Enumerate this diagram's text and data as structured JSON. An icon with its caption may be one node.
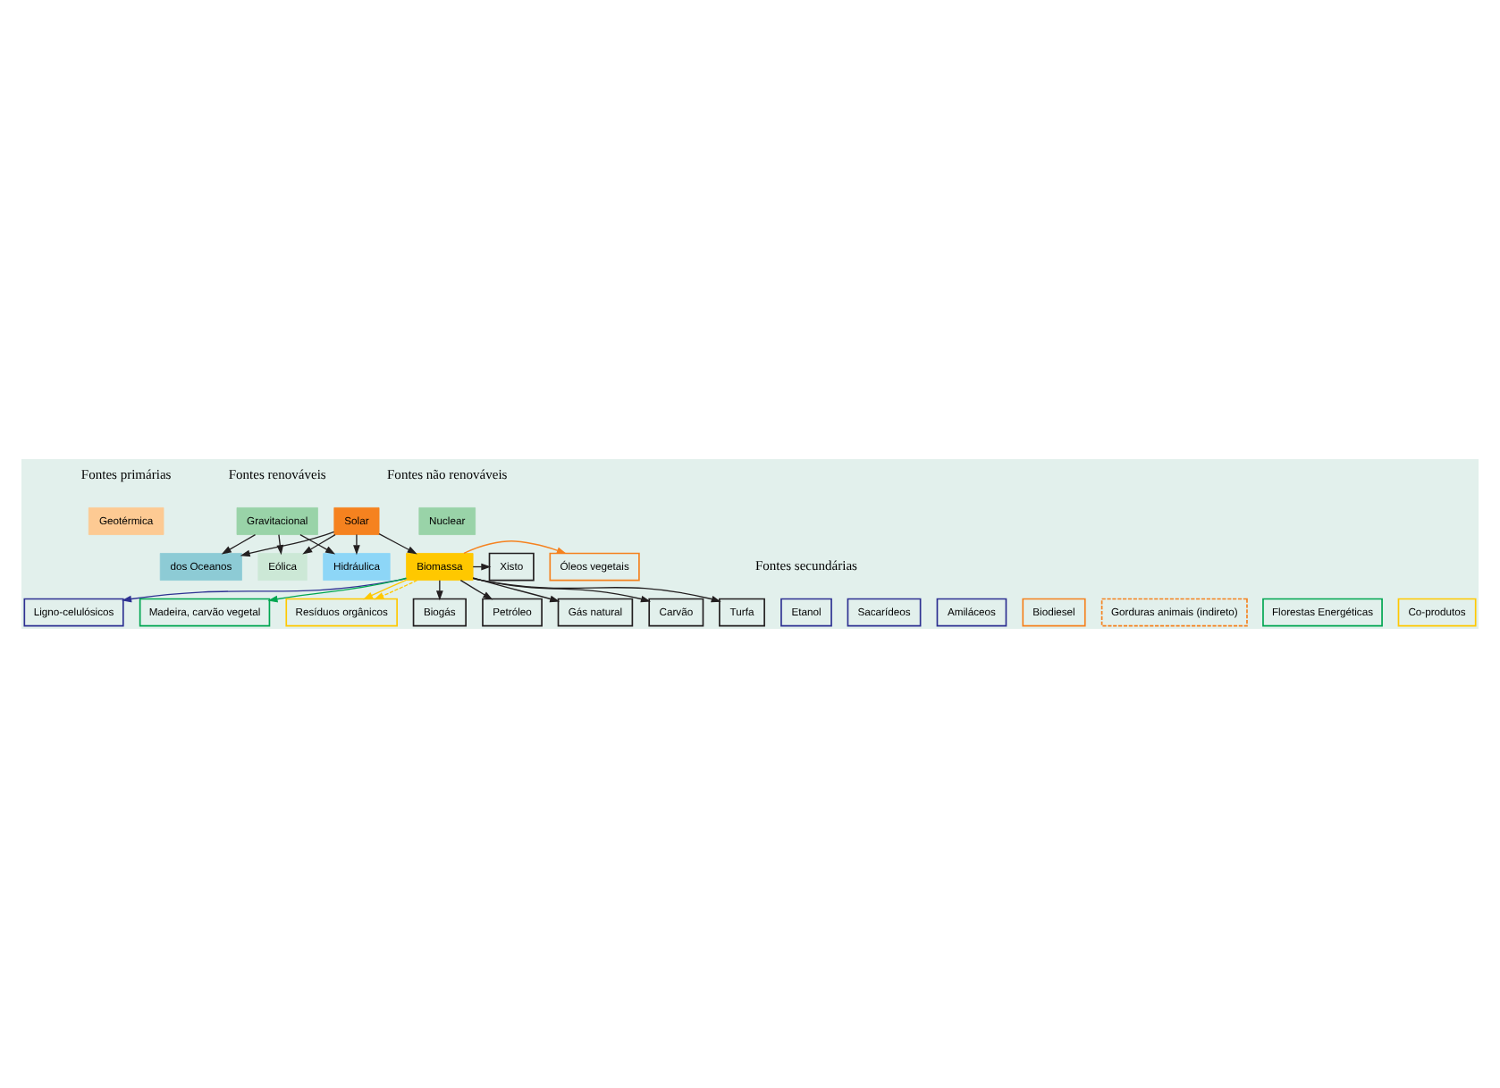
{
  "diagram": {
    "nodes": [
      {
        "text": [
          "Geotérmica"
        ]
      },
      {
        "text": [
          "Gravitacional"
        ]
      },
      {
        "text": [
          "Solar"
        ]
      },
      {
        "text": [
          "Nuclear"
        ]
      },
      {
        "text": [
          "dos Oceanos"
        ]
      },
      {
        "text": [
          "Eólica"
        ]
      },
      {
        "text": [
          "Hidráulica"
        ]
      },
      {
        "text": [
          "Etanol"
        ]
      },
      {
        "text": [
          "Sacarídeos"
        ]
      },
      {
        "text": [
          "Amiláceos"
        ]
      },
      {
        "text": [
          "Ligno-celulósicos"
        ]
      },
      {
        "text": [
          "Biodiesel"
        ]
      },
      {
        "text": [
          "Óleos vegetais"
        ]
      },
      {
        "text": [
          "Gorduras animais (indireto)"
        ]
      },
      {
        "text": [
          "Biomassa"
        ]
      },
      {
        "text": [
          "Florestas Energéticas"
        ]
      },
      {
        "text": [
          "Madeira, carvão vegetal"
        ]
      },
      {
        "text": [
          "Co-produtos"
        ]
      },
      {
        "text": [
          "Resíduos orgânicos"
        ]
      },
      {
        "text": [
          "Biogás"
        ]
      },
      {
        "text": [
          "Petróleo"
        ]
      },
      {
        "text": [
          "Gás natural"
        ]
      },
      {
        "text": [
          "Carvão"
        ]
      },
      {
        "text": [
          "Xisto"
        ]
      },
      {
        "text": [
          "Turfa"
        ]
      }
    ],
    "edges": [
      {
        "from": 1,
        "to": 4,
        "arrow": "to"
      },
      {
        "from": 1,
        "to": 5,
        "arrow": "to"
      },
      {
        "from": 1,
        "to": 6,
        "arrow": "to"
      },
      {
        "from": 2,
        "to": 4,
        "arrow": "to"
      },
      {
        "from": 2,
        "to": 5,
        "arrow": "to"
      },
      {
        "from": 2,
        "to": 6,
        "arrow": "to"
      },
      {
        "from": 2,
        "to": 14,
        "arrow": "to"
      },
      {
        "from": 14,
        "to": 10,
        "arrow": "to",
        "color": "#2e3192"
      },
      {
        "from": 14,
        "to": 12,
        "arrow": "to",
        "color": "#f5821f"
      },
      {
        "from": 14,
        "to": 16,
        "arrow": "to",
        "color": "#00a651"
      },
      {
        "from": 14,
        "to": 18,
        "arrow": "to",
        "color": "#ffc800"
      },
      {
        "from": 14,
        "to": 18,
        "arrow": "to",
        "style": "dashed",
        "color": "#ffc800"
      },
      {
        "from": 14,
        "to": 19,
        "arrow": "to"
      },
      {
        "from": 14,
        "to": 20,
        "arrow": "to"
      },
      {
        "from": 14,
        "to": 21,
        "arrow": "to"
      },
      {
        "from": 14,
        "to": 22,
        "arrow": "to"
      },
      {
        "from": 14,
        "to": 23,
        "arrow": "to"
      },
      {
        "from": 14,
        "to": 24,
        "arrow": "to"
      }
    ],
    "labels": [
      "Fontes primárias",
      "Fontes renováveis",
      "Fontes não renováveis",
      "Fontes secundárias"
    ]
  }
}
